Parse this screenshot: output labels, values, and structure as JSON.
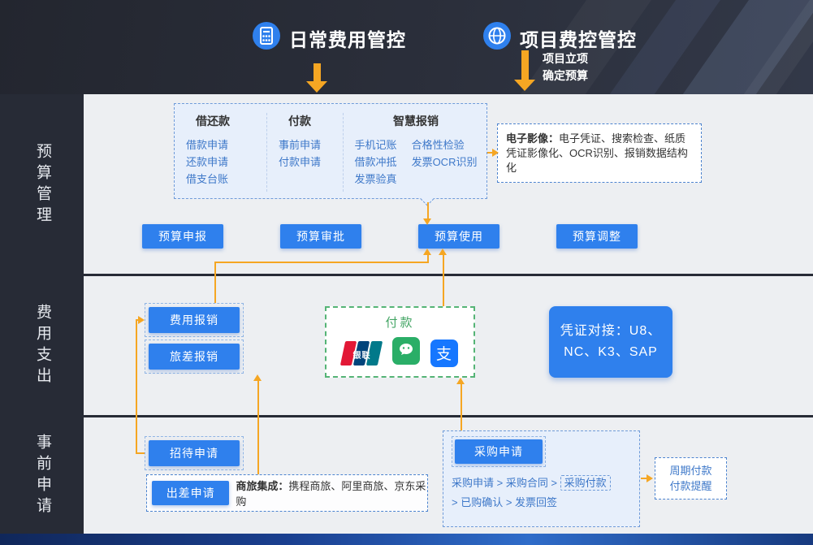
{
  "header": {
    "daily_title": "日常费用管控",
    "project_title": "项目费控管控",
    "project_sub1": "项目立项",
    "project_sub2": "确定预算"
  },
  "sidebar": {
    "row1": "预算管理",
    "row2": "费用支出",
    "row3": "事前申请"
  },
  "budget_box": {
    "col1_title": "借还款",
    "col1_items": [
      "借款申请",
      "还款申请",
      "借支台账"
    ],
    "col2_title": "付款",
    "col2_items": [
      "事前申请",
      "付款申请"
    ],
    "col3_title": "智慧报销",
    "col3_left": [
      "手机记账",
      "借款冲抵",
      "发票验真"
    ],
    "col3_right": [
      "合格性检验",
      "发票OCR识别"
    ]
  },
  "eimage_box": {
    "label": "电子影像：",
    "text": "电子凭证、搜索检查、纸质凭证影像化、OCR识别、报销数据结构化"
  },
  "budget_buttons": {
    "b1": "预算申报",
    "b2": "预算审批",
    "b3": "预算使用",
    "b4": "预算调整"
  },
  "expense": {
    "reimburse": "费用报销",
    "travel_reimburse": "旅差报销"
  },
  "payment": {
    "title": "付款",
    "unionpay_label": "银联",
    "alipay_glyph": "支"
  },
  "voucher": {
    "line1": "凭证对接：U8、",
    "line2": "NC、K3、SAP"
  },
  "preapply": {
    "reception": "招待申请",
    "trip": "出差申请",
    "travel_label": "商旅集成：",
    "travel_text": "携程商旅、阿里商旅、京东采购",
    "purchase": "采购申请",
    "flow_pre": "采购申请 > 采购合同 >",
    "flow_highlight": "采购付款",
    "flow_line2": "> 已购确认 > 发票回签",
    "cycle1": "周期付款",
    "cycle2": "付款提醒"
  },
  "colors": {
    "accent_blue": "#2f80ed",
    "arrow_orange": "#f5a623",
    "payment_green": "#43a564",
    "link_blue": "#3e78c9"
  }
}
